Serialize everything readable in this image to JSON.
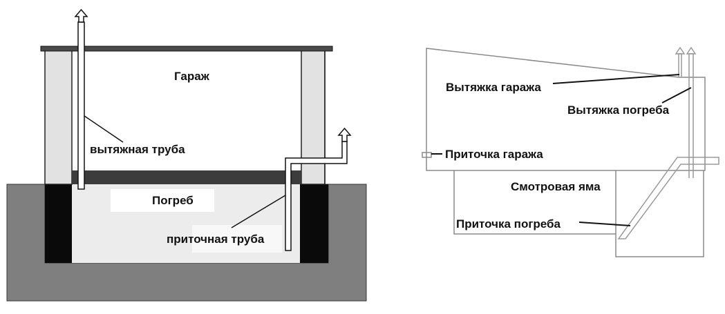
{
  "left_diagram": {
    "labels": {
      "garage": "Гараж",
      "exhaust_pipe": "вытяжная труба",
      "cellar": "Погреб",
      "supply_pipe": "приточная труба"
    },
    "icons": [
      "arrow-up-icon",
      "arrow-up-icon"
    ]
  },
  "right_diagram": {
    "labels": {
      "garage_exhaust": "Вытяжка гаража",
      "cellar_exhaust": "Вытяжка погреба",
      "garage_supply": "Приточка гаража",
      "inspection_pit": "Смотровая яма",
      "cellar_supply": "Приточка погреба"
    },
    "icons": [
      "arrow-up-icon",
      "arrow-up-icon"
    ]
  },
  "colors": {
    "ground": "#7f7f7f",
    "wall_light": "#e2e2e2",
    "wall_dark": "#0a0a0a",
    "ceiling_slab": "#3c3c3c",
    "roof": "#4a4a4a",
    "pipe_fill": "#ffffff",
    "line": "#222222",
    "sketch_line": "#8a8a8a",
    "text": "#111111"
  }
}
